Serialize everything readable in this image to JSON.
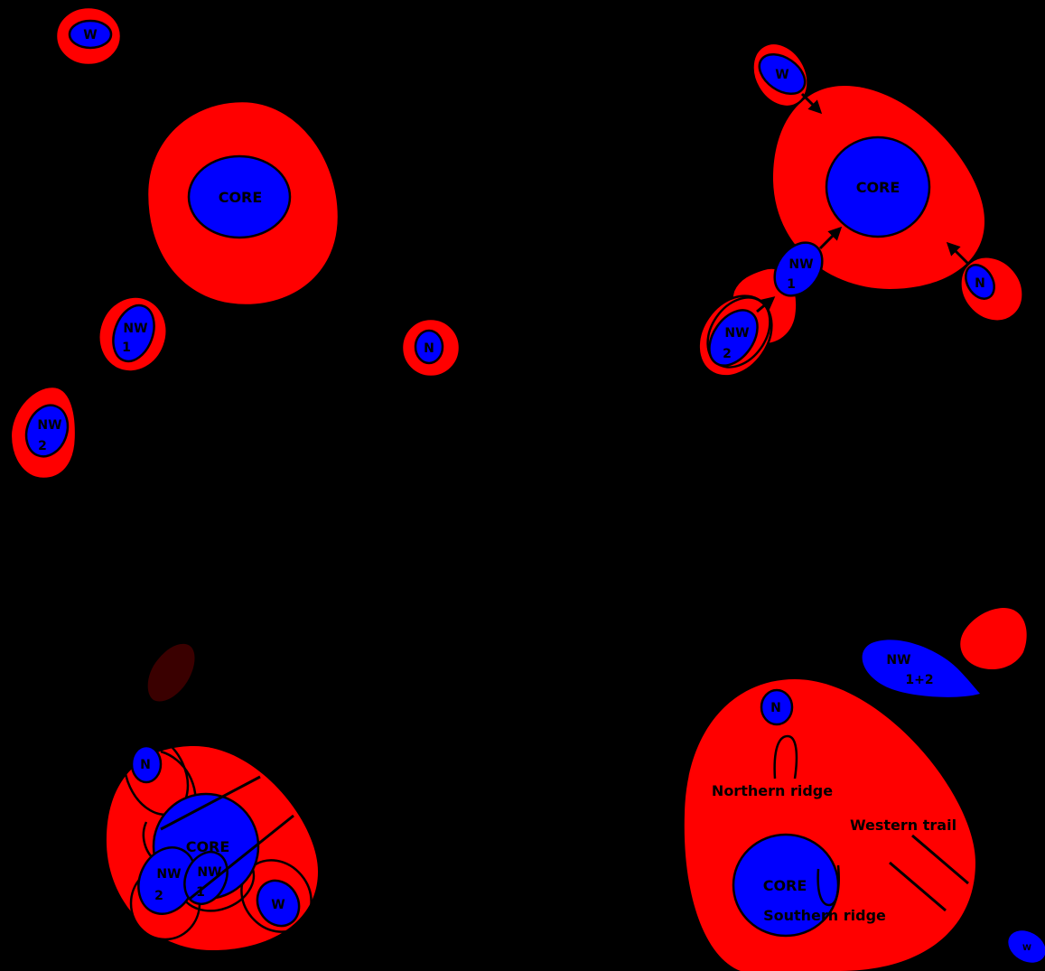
{
  "colors": {
    "background": "#000000",
    "crust": "#ff0000",
    "core": "#0000ff",
    "dark_blob": "#3a0000",
    "outline": "#000000"
  },
  "panel_top_left": {
    "w": "W",
    "core": "CORE",
    "nw1_line1": "NW",
    "nw1_line2": "1",
    "nw2_line1": "NW",
    "nw2_line2": "2",
    "n": "N"
  },
  "panel_top_right": {
    "w": "W",
    "core": "CORE",
    "nw1_line1": "NW",
    "nw1_line2": "1",
    "nw2_line1": "NW",
    "nw2_line2": "2",
    "n": "N"
  },
  "panel_bottom_left": {
    "n": "N",
    "core": "CORE",
    "nw2_line1": "NW",
    "nw2_line2": "2",
    "nw1_line1": "NW",
    "nw1_line2": "1",
    "w": "W"
  },
  "panel_bottom_right": {
    "nw_line1": "NW",
    "nw_line2": "1+2",
    "n": "N",
    "northern_ridge": "Northern ridge",
    "western_trail": "Western trail",
    "core": "CORE",
    "southern_ridge": "Southern ridge",
    "w": "W"
  }
}
